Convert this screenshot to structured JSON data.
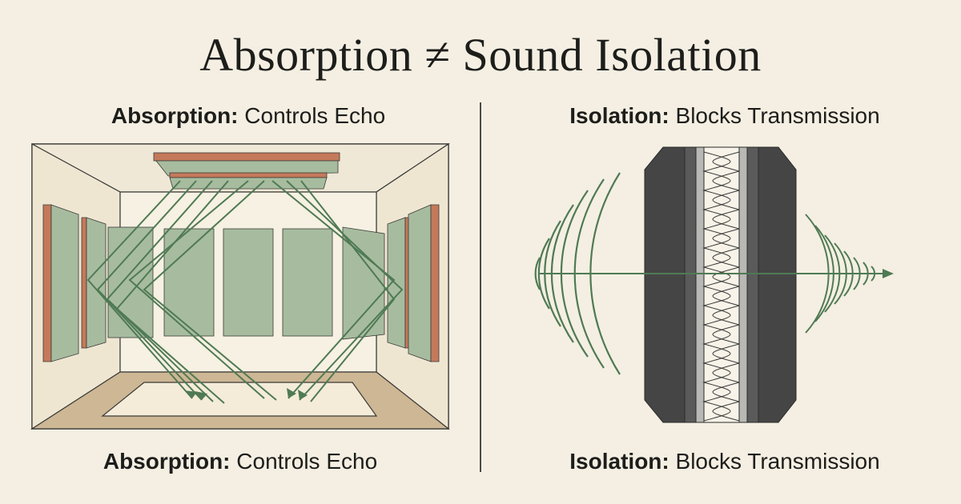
{
  "title": "Absorption ≠ Sound Isolation",
  "left": {
    "heading_top": {
      "bold": "Absorption:",
      "rest": " Controls Echo"
    },
    "heading_bottom": {
      "bold": "Absorption:",
      "rest": " Controls Echo"
    }
  },
  "right": {
    "heading_top": {
      "bold": "Isolation:",
      "rest": " Blocks Transmission"
    },
    "heading_bottom": {
      "bold": "Isolation:",
      "rest": " Blocks Transmission"
    }
  },
  "colors": {
    "background": "#f4efe2",
    "panel_green": "#a7bc9f",
    "panel_edge": "#c47a5a",
    "ray_green": "#4f7a54",
    "wall_dark": "#454545",
    "floor_tan": "#cdb794"
  }
}
